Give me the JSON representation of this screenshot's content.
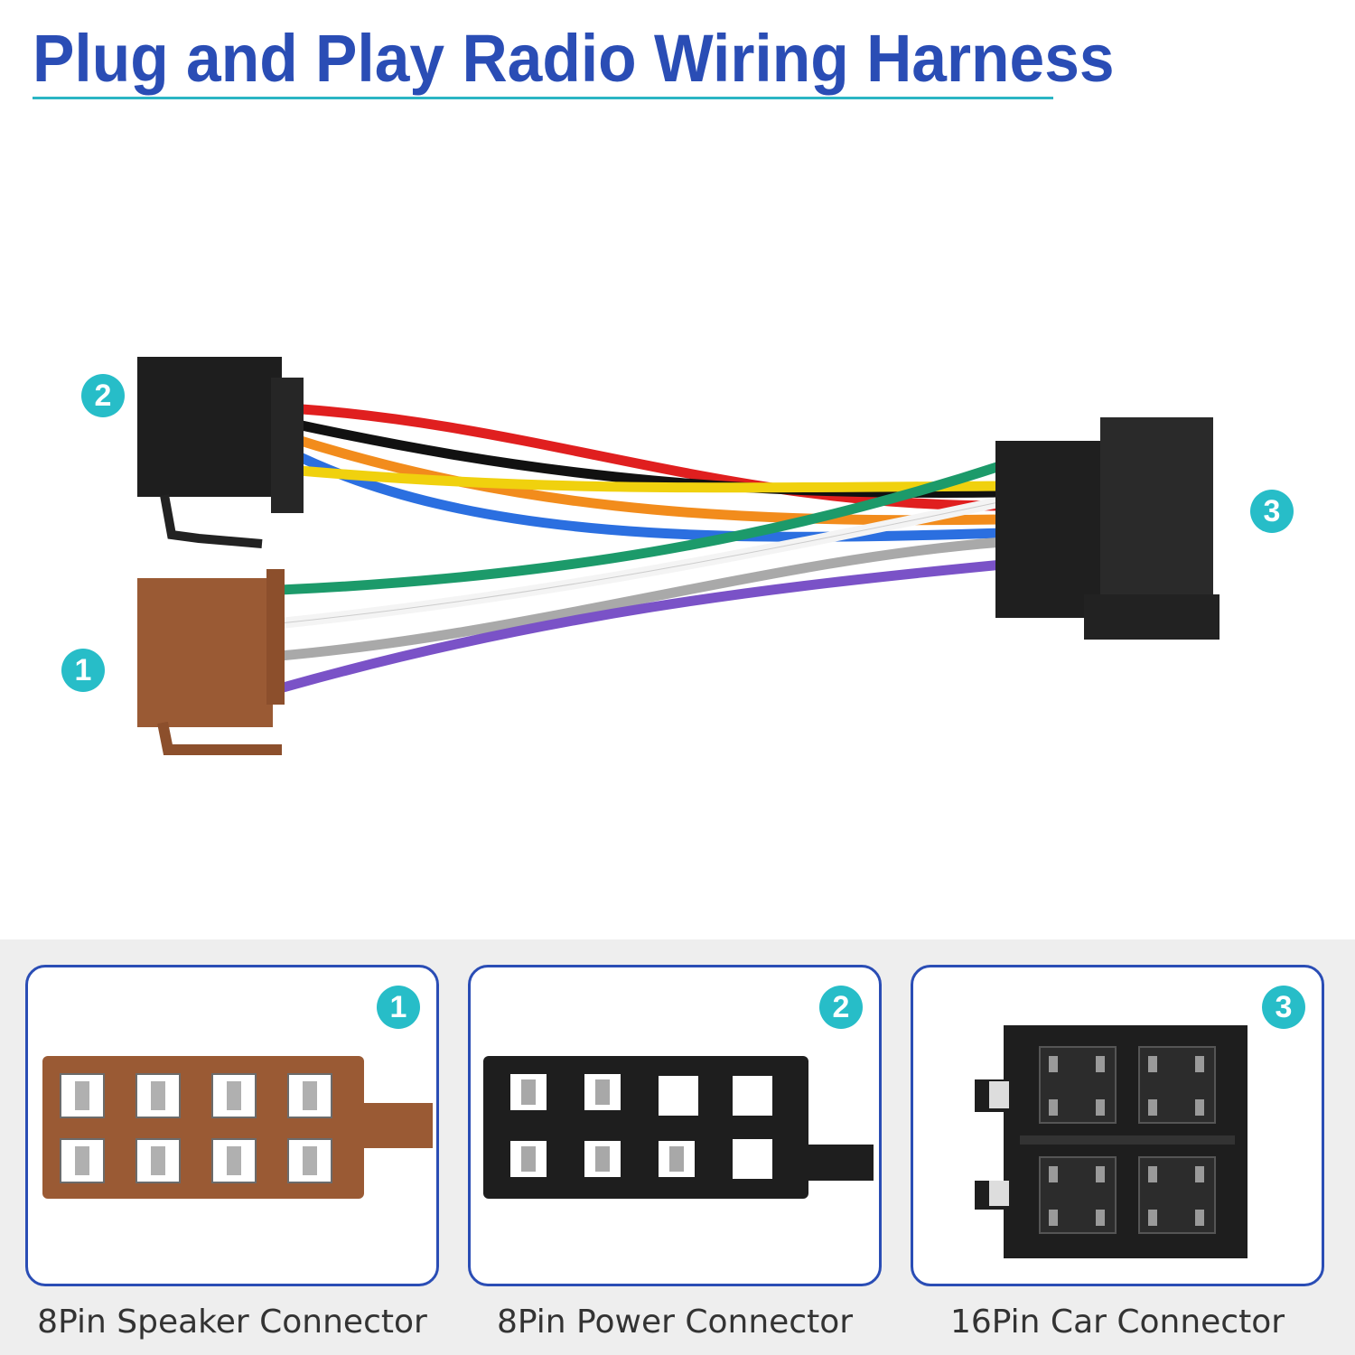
{
  "title": "Plug and Play Radio Wiring Harness",
  "badges": [
    "1",
    "2",
    "3"
  ],
  "connectors": [
    {
      "number": "1",
      "caption": "8Pin Speaker Connector",
      "color": "#9a5a34"
    },
    {
      "number": "2",
      "caption": "8Pin Power Connector",
      "color": "#1e1e1e"
    },
    {
      "number": "3",
      "caption": "16Pin Car Connector",
      "color": "#1e1e1e"
    }
  ],
  "colors": {
    "title": "#2a4db5",
    "accent": "#2bb5c4",
    "badge": "#27bdc8",
    "panel_border": "#2a4db5"
  }
}
